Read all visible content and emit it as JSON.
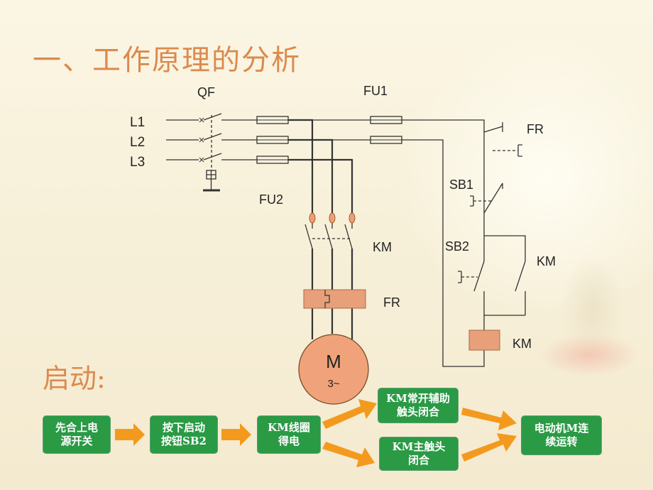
{
  "title": "一、工作原理的分析",
  "start_label": "启动:",
  "circuit": {
    "qf": "QF",
    "fu1": "FU1",
    "fu2": "FU2",
    "l1": "L1",
    "l2": "L2",
    "l3": "L3",
    "km_main": "KM",
    "fr_main": "FR",
    "motor_m": "M",
    "motor_phase": "3~",
    "fr_ctrl": "FR",
    "sb1": "SB1",
    "sb2": "SB2",
    "km_aux": "KM",
    "km_coil": "KM"
  },
  "flow": {
    "box1": [
      "先合上电",
      "源开关"
    ],
    "box2": [
      "按下启动",
      "按钮SB2"
    ],
    "box3": [
      "KM线圈",
      "得电"
    ],
    "box4": [
      "KM常开辅助",
      "触头闭合"
    ],
    "box5": [
      "KM主触头",
      "闭合"
    ],
    "box6": [
      "电动机M连",
      "续运转"
    ]
  },
  "colors": {
    "title": "#dc8a4e",
    "box_fill": "#2a9a45",
    "arrow": "#f39a1e",
    "fr_fill": "#e8a07a",
    "motor_fill": "#f0a37a"
  }
}
